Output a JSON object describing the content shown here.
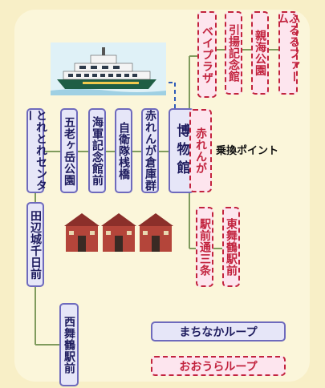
{
  "transfer_label": "乗換ポイント",
  "stops": {
    "toreroreCenter": "とれとれセンター",
    "gorogatake": "五老ヶ岳公園",
    "kaigunKinenkan": "海軍記念館前",
    "jieitaiSanbashi": "自衛隊桟橋",
    "akarengaSoko": "赤れんが倉庫群",
    "hakubutsukan": "博物館",
    "akarenga": "赤れんが",
    "beiPlaza": "ベイプラザ",
    "hikiageKinenkan": "引揚記念館",
    "shinkaiKoen": "親海公園",
    "furusatoFarm": "ふるるファーム",
    "ekimaeDori": "駅前通三条",
    "higashiMaizuru": "東舞鶴駅前",
    "tanabeJo": "田辺城千日前",
    "nishiMaizuru": "西舞鶴駅前"
  },
  "legend": {
    "machinaka": "まちなかループ",
    "oura": "おおうらループ"
  },
  "colors": {
    "blue_loop": "#6e6abd",
    "pink_loop": "#c2233e",
    "background": "#fbf6da"
  }
}
